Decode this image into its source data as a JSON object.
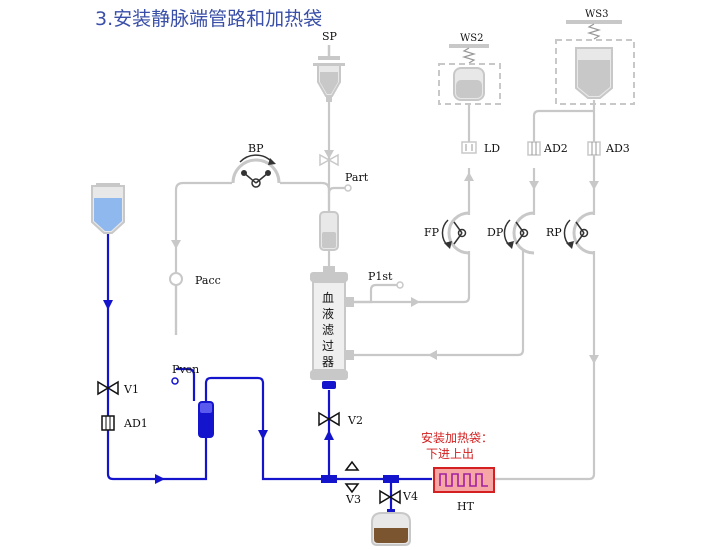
{
  "title": "3.安装静脉端管路和加热袋",
  "labels": {
    "sp": "SP",
    "bp": "BP",
    "part": "Part",
    "pacc": "Pacc",
    "p1st": "P1st",
    "pven": "Pven",
    "ws2": "WS2",
    "ws3": "WS3",
    "ld": "LD",
    "ad2": "AD2",
    "ad3": "AD3",
    "fp": "FP",
    "dp": "DP",
    "rp": "RP",
    "v1": "V1",
    "ad1": "AD1",
    "v2": "V2",
    "v3": "V3",
    "v4": "V4",
    "ht": "HT"
  },
  "filter_text": [
    "血",
    "液",
    "滤",
    "过",
    "器"
  ],
  "note_lines": [
    "安装加热袋：",
    "下进上出"
  ],
  "colors": {
    "blue_line": "#1414cc",
    "gray_line": "#c8c8c8",
    "title": "#3a4fa8",
    "note": "#d42020",
    "heater_fill": "#f7a6a6",
    "heater_stroke": "#d42020",
    "fluid_blue": "#8fb8ee",
    "waste_brown": "#7a5530"
  },
  "icons": [
    "valve-icon",
    "pump-icon",
    "pressure-sensor-icon",
    "air-detector-icon",
    "scale-icon"
  ]
}
